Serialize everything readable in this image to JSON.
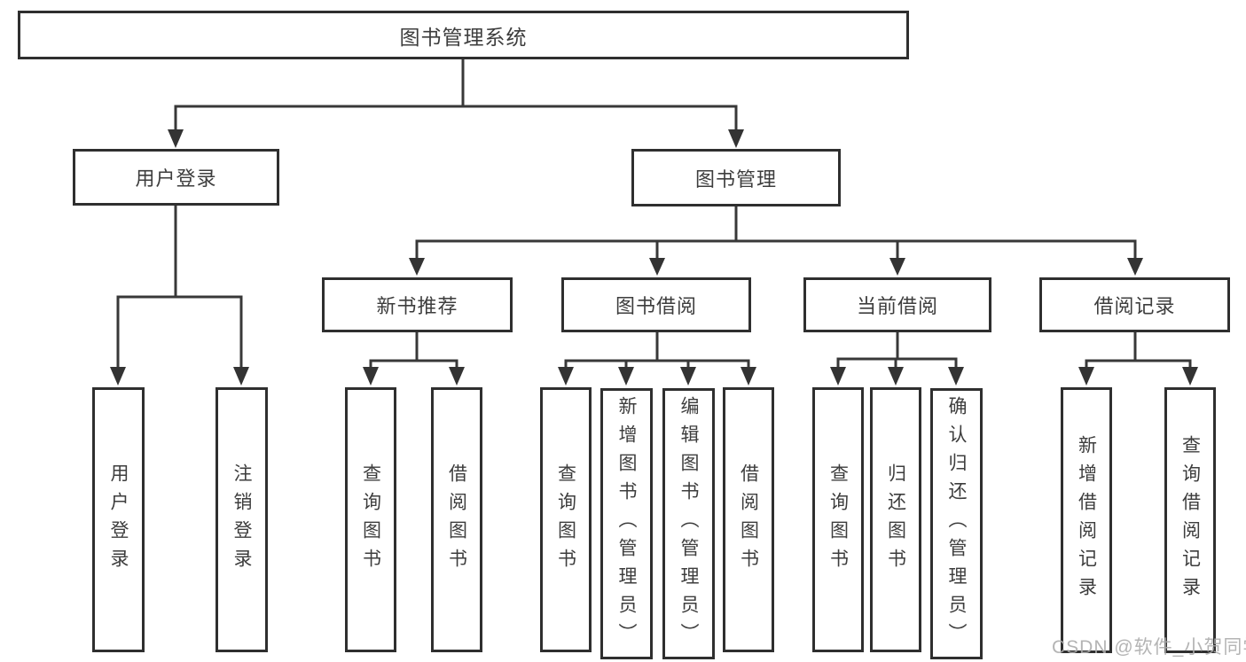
{
  "watermark": "CSDN @软件_小贺同学",
  "colors": {
    "line": "#383838",
    "box_border": "#2f2f2f",
    "text": "#3d3d3d",
    "background": "#ffffff",
    "watermark": "#acacac"
  },
  "tree": {
    "root": {
      "label": "图书管理系统"
    },
    "branches": [
      {
        "label": "用户登录",
        "children": [
          {
            "label": "用户登录"
          },
          {
            "label": "注销登录"
          }
        ]
      },
      {
        "label": "图书管理",
        "children": [
          {
            "label": "新书推荐",
            "children": [
              {
                "label": "查询图书"
              },
              {
                "label": "借阅图书"
              }
            ]
          },
          {
            "label": "图书借阅",
            "children": [
              {
                "label": "查询图书"
              },
              {
                "label": "新增图书（管理员）"
              },
              {
                "label": "编辑图书（管理员）"
              },
              {
                "label": "借阅图书"
              }
            ]
          },
          {
            "label": "当前借阅",
            "children": [
              {
                "label": "查询图书"
              },
              {
                "label": "归还图书"
              },
              {
                "label": "确认归还（管理员）"
              }
            ]
          },
          {
            "label": "借阅记录",
            "children": [
              {
                "label": "新增借阅记录"
              },
              {
                "label": "查询借阅记录"
              }
            ]
          }
        ]
      }
    ]
  }
}
